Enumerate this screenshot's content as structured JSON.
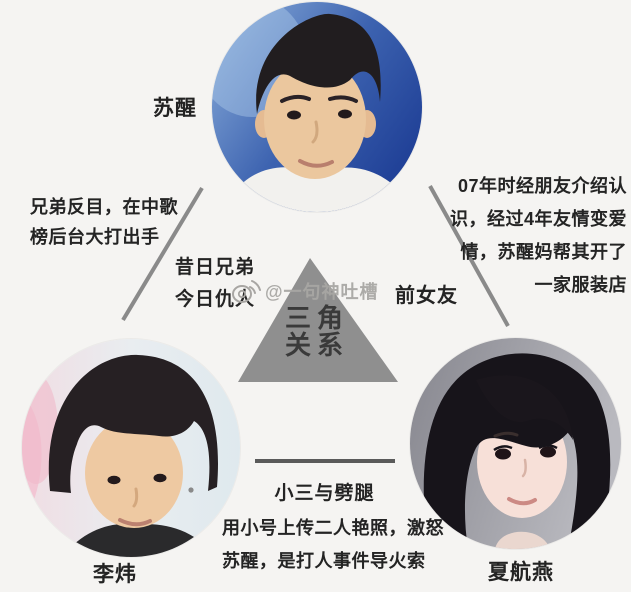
{
  "title": "三角关系",
  "triangle": {
    "line1": "三角",
    "line2": "关系"
  },
  "people": [
    {
      "id": "suxing",
      "name": "苏醒",
      "position": "top"
    },
    {
      "id": "liwei",
      "name": "李炜",
      "position": "bottom-left"
    },
    {
      "id": "xiahangyan",
      "name": "夏航燕",
      "position": "bottom-right"
    }
  ],
  "relationships": {
    "left": {
      "between": [
        "苏醒",
        "李炜"
      ],
      "label_lines": [
        "昔日兄弟",
        "今日仇人"
      ],
      "note_lines": [
        "兄弟反目，在中歌",
        "榜后台大打出手"
      ]
    },
    "right": {
      "between": [
        "苏醒",
        "夏航燕"
      ],
      "label": "前女友",
      "note_lines": [
        "07年时经朋友介绍认",
        "识，经过4年友情变爱",
        "情，苏醒妈帮其开了",
        "一家服装店"
      ]
    },
    "bottom": {
      "between": [
        "李炜",
        "夏航燕"
      ],
      "label": "小三与劈腿",
      "note_lines": [
        "用小号上传二人艳照，激怒",
        "苏醒，是打人事件导火索"
      ]
    }
  },
  "watermark": {
    "icon": "weibo-icon",
    "handle": "@一句神吐槽"
  },
  "colors": {
    "background": "#f5f4f2",
    "triangle_fill": "#8f8f8f",
    "triangle_text": "#3a3a3a",
    "connector_line": "#8a8a8a",
    "bottom_line": "#5a5a5a",
    "text": "#242424",
    "watermark": "#a8a6a3"
  }
}
